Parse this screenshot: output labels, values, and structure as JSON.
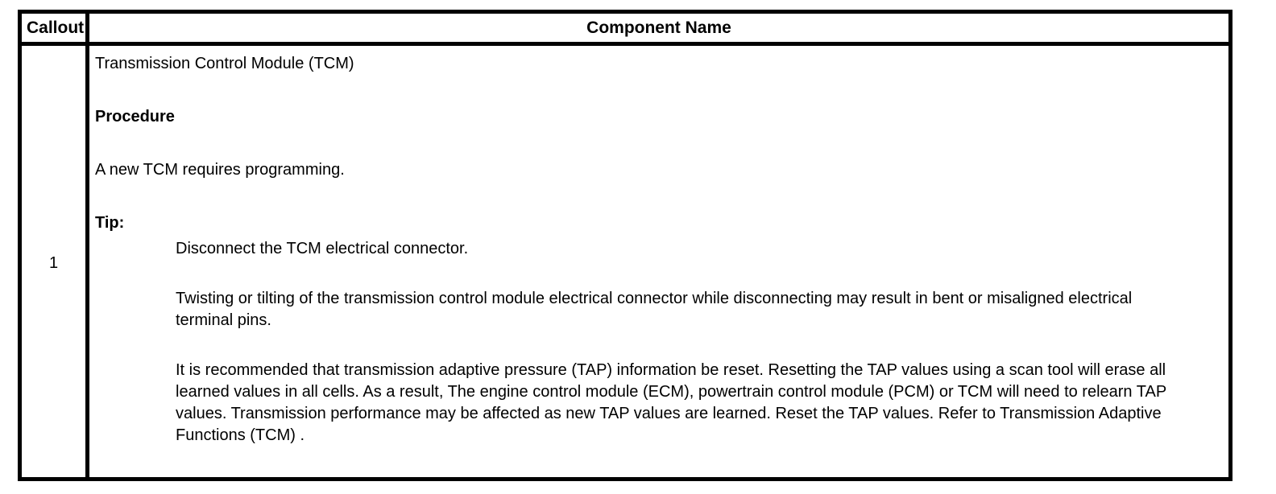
{
  "table": {
    "header": {
      "callout": "Callout",
      "component_name": "Component Name"
    },
    "row": {
      "callout": "1",
      "title": "Transmission Control Module (TCM)",
      "procedure_heading": "Procedure",
      "procedure_text": "A new TCM requires programming.",
      "tip_label": "Tip:",
      "tip_items": [
        "Disconnect the TCM electrical connector.",
        "Twisting or tilting of the transmission control module electrical connector while disconnecting may result in bent or misaligned electrical terminal pins.",
        "It is recommended that transmission adaptive pressure (TAP) information be reset. Resetting the TAP values using a scan tool will erase all learned values in all cells. As a result, The engine control module (ECM), powertrain control module (PCM) or TCM will need to relearn TAP values. Transmission performance may be affected as new TAP values are learned. Reset the TAP values. Refer to Transmission Adaptive Functions (TCM) ."
      ]
    },
    "colors": {
      "border": "#000000",
      "text": "#000000",
      "background": "#ffffff"
    }
  }
}
